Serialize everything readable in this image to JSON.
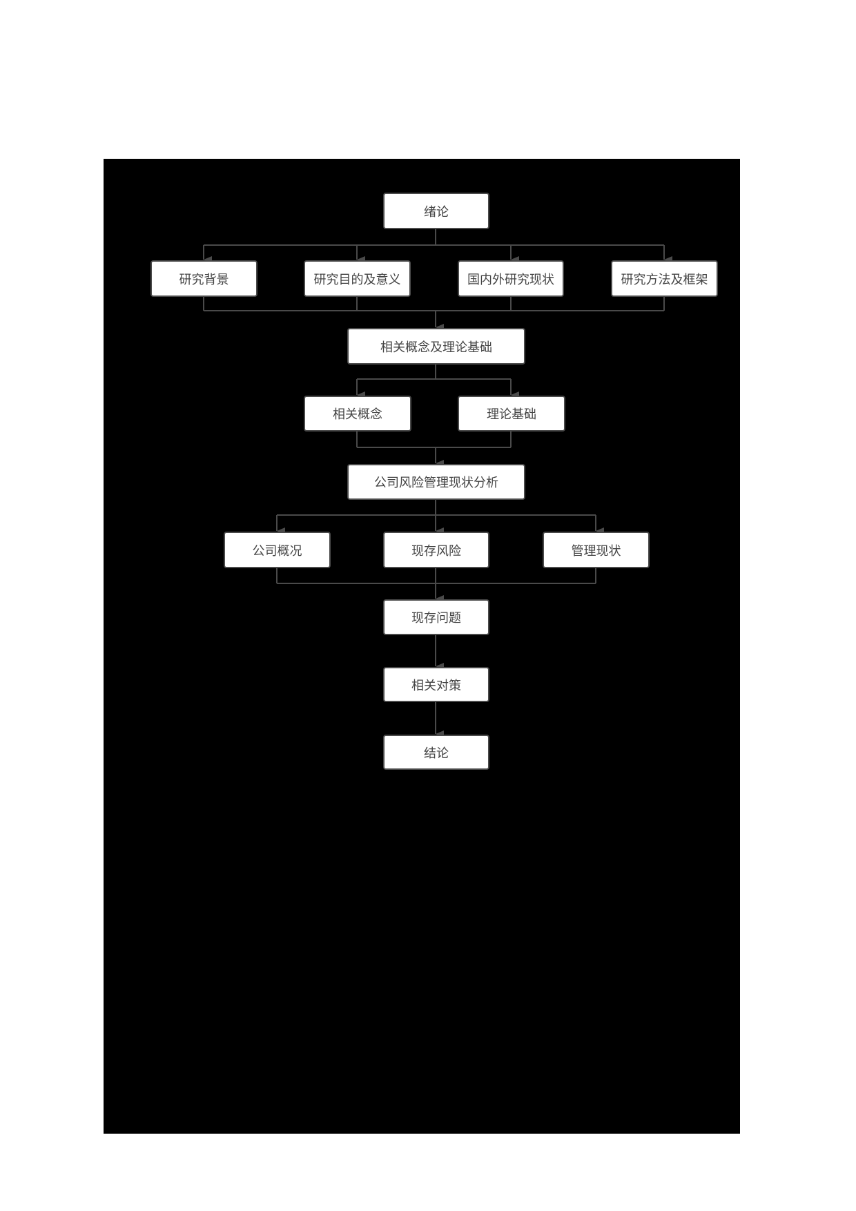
{
  "diagram": {
    "type": "flowchart",
    "colors": {
      "page_background": "#ffffff",
      "canvas_background": "#000000",
      "node_fill": "#ffffff",
      "node_border": "#4a4a4a",
      "connector": "#4a4a4a",
      "text": "#444444"
    },
    "nodes": {
      "intro": "绪论",
      "background": "研究背景",
      "purpose": "研究目的及意义",
      "status_quo": "国内外研究现状",
      "methods": "研究方法及框架",
      "concepts_theory": "相关概念及理论基础",
      "concepts": "相关概念",
      "theory": "理论基础",
      "risk_analysis": "公司风险管理现状分析",
      "company_profile": "公司概况",
      "existing_risks": "现存风险",
      "management_status": "管理现状",
      "existing_problems": "现存问题",
      "countermeasures": "相关对策",
      "conclusion": "结论"
    },
    "edges": [
      [
        "绪论",
        "研究背景"
      ],
      [
        "绪论",
        "研究目的及意义"
      ],
      [
        "绪论",
        "国内外研究现状"
      ],
      [
        "绪论",
        "研究方法及框架"
      ],
      [
        "研究背景",
        "相关概念及理论基础"
      ],
      [
        "研究目的及意义",
        "相关概念及理论基础"
      ],
      [
        "国内外研究现状",
        "相关概念及理论基础"
      ],
      [
        "研究方法及框架",
        "相关概念及理论基础"
      ],
      [
        "相关概念及理论基础",
        "相关概念"
      ],
      [
        "相关概念及理论基础",
        "理论基础"
      ],
      [
        "相关概念",
        "公司风险管理现状分析"
      ],
      [
        "理论基础",
        "公司风险管理现状分析"
      ],
      [
        "公司风险管理现状分析",
        "公司概况"
      ],
      [
        "公司风险管理现状分析",
        "现存风险"
      ],
      [
        "公司风险管理现状分析",
        "管理现状"
      ],
      [
        "公司概况",
        "现存问题"
      ],
      [
        "现存风险",
        "现存问题"
      ],
      [
        "管理现状",
        "现存问题"
      ],
      [
        "现存问题",
        "相关对策"
      ],
      [
        "相关对策",
        "结论"
      ]
    ]
  }
}
